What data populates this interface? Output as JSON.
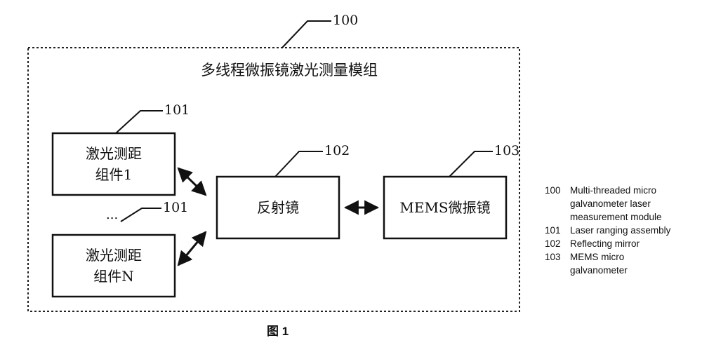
{
  "module": {
    "ref": "100",
    "title": "多线程微振镜激光测量模组"
  },
  "blocks": [
    {
      "ref": "101",
      "label_line1": "激光测距",
      "label_line2": "组件1"
    },
    {
      "ref": "101",
      "label_line1": "激光测距",
      "label_line2": "组件N"
    },
    {
      "ref": "102",
      "label": "反射镜"
    },
    {
      "ref": "103",
      "label": "MEMS微振镜"
    }
  ],
  "ellipsis": "...",
  "legend": [
    {
      "num": "100",
      "lines": [
        "Multi-threaded micro",
        "galvanometer laser",
        "measurement module"
      ]
    },
    {
      "num": "101",
      "lines": [
        "Laser ranging assembly"
      ]
    },
    {
      "num": "102",
      "lines": [
        "Reflecting mirror"
      ]
    },
    {
      "num": "103",
      "lines": [
        "MEMS micro",
        "galvanometer"
      ]
    }
  ],
  "caption": "图 1"
}
